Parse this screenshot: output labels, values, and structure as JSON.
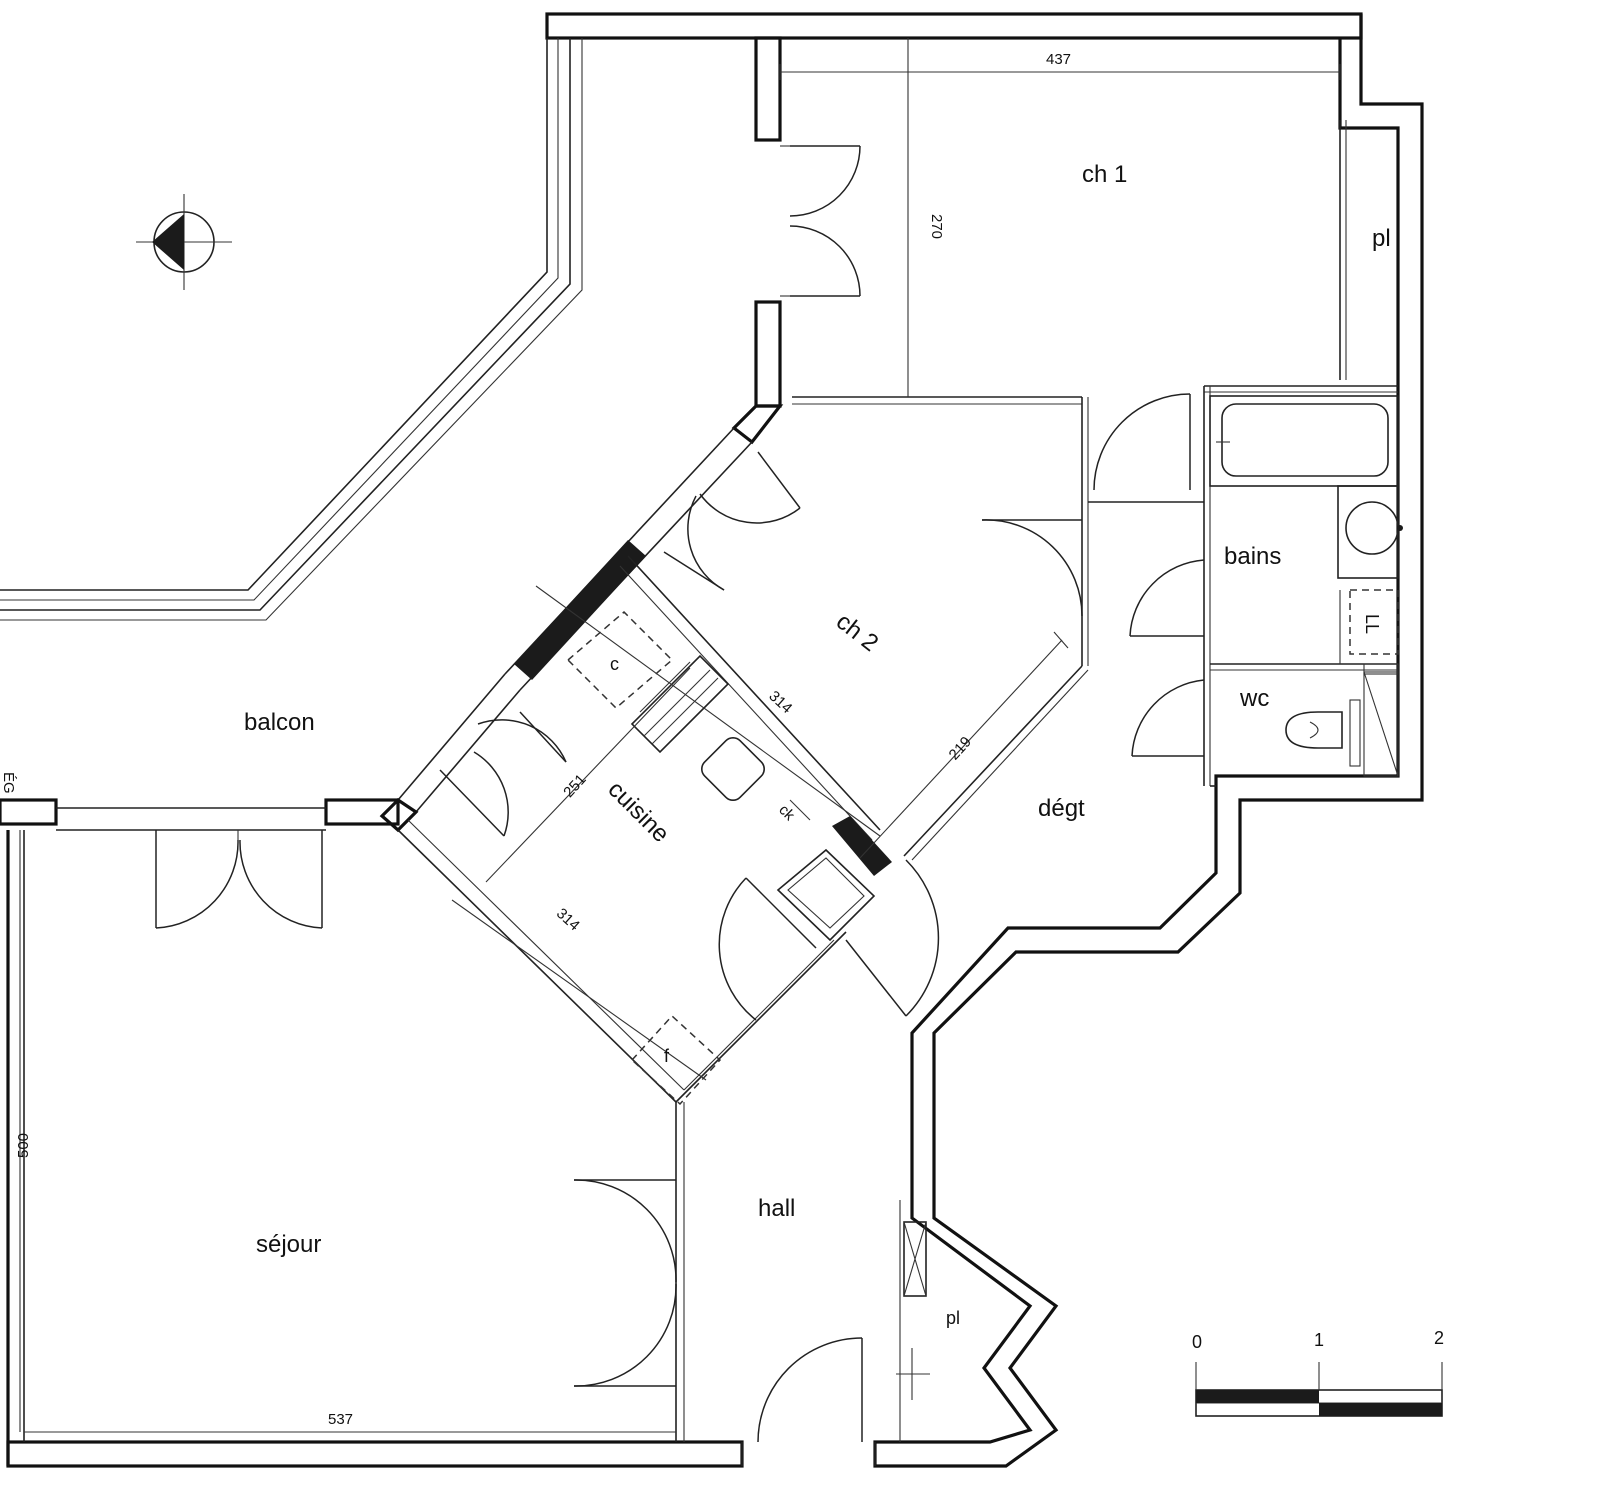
{
  "rooms": {
    "ch1": "ch 1",
    "pl_top": "pl",
    "bains": "bains",
    "ll": "LL",
    "wc": "wc",
    "ch2": "ch 2",
    "degt": "dégt",
    "balcon": "balcon",
    "cuisine": "cuisine",
    "c": "c",
    "f": "f",
    "ck": "ck",
    "sejour": "séjour",
    "hall": "hall",
    "pl_bottom": "pl",
    "edge_mark": "ÉG"
  },
  "dimensions": {
    "ch1_width": "437",
    "ch1_depth": "270",
    "ch2_a": "314",
    "ch2_b": "219",
    "cuisine_a": "251",
    "cuisine_b": "314",
    "sejour_width": "537",
    "sejour_depth": "500"
  },
  "scale_bar": {
    "ticks": [
      "0",
      "1",
      "2"
    ]
  }
}
